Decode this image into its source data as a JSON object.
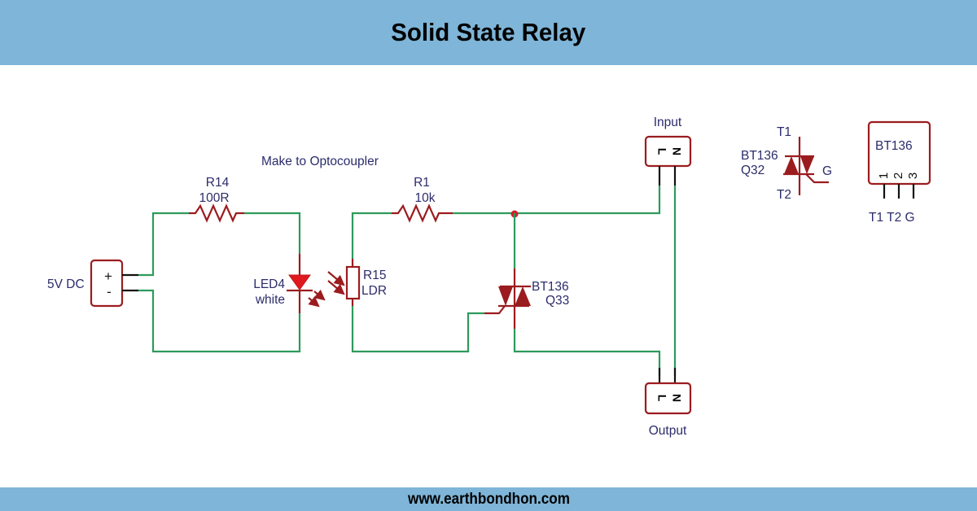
{
  "header": {
    "title": "Solid State Relay"
  },
  "footer": {
    "url": "www.earthbondhon.com"
  },
  "colors": {
    "banner": "#7eb5d8",
    "wire": "#2e9a5c",
    "component": "#9b1c1f",
    "led": "#e0191f",
    "label": "#2b2c6b"
  },
  "annotation": "Make to Optocoupler",
  "components": {
    "power": {
      "name": "5V DC",
      "plus": "+",
      "minus": "-"
    },
    "r14": {
      "ref": "R14",
      "value": "100R"
    },
    "led4": {
      "ref": "LED4",
      "value": "white"
    },
    "r15": {
      "ref": "R15",
      "value": "LDR"
    },
    "r1": {
      "ref": "R1",
      "value": "10k"
    },
    "q33": {
      "part": "BT136",
      "ref": "Q33"
    },
    "input": {
      "label": "Input",
      "pin_l": "L",
      "pin_n": "N"
    },
    "output": {
      "label": "Output",
      "pin_l": "L",
      "pin_n": "N"
    }
  },
  "pinout": {
    "symbol": {
      "part": "BT136",
      "ref": "Q32",
      "t1": "T1",
      "t2": "T2",
      "g": "G"
    },
    "package": {
      "part": "BT136",
      "pins": [
        "1",
        "2",
        "3"
      ],
      "pin_names": "T1 T2 G"
    }
  }
}
